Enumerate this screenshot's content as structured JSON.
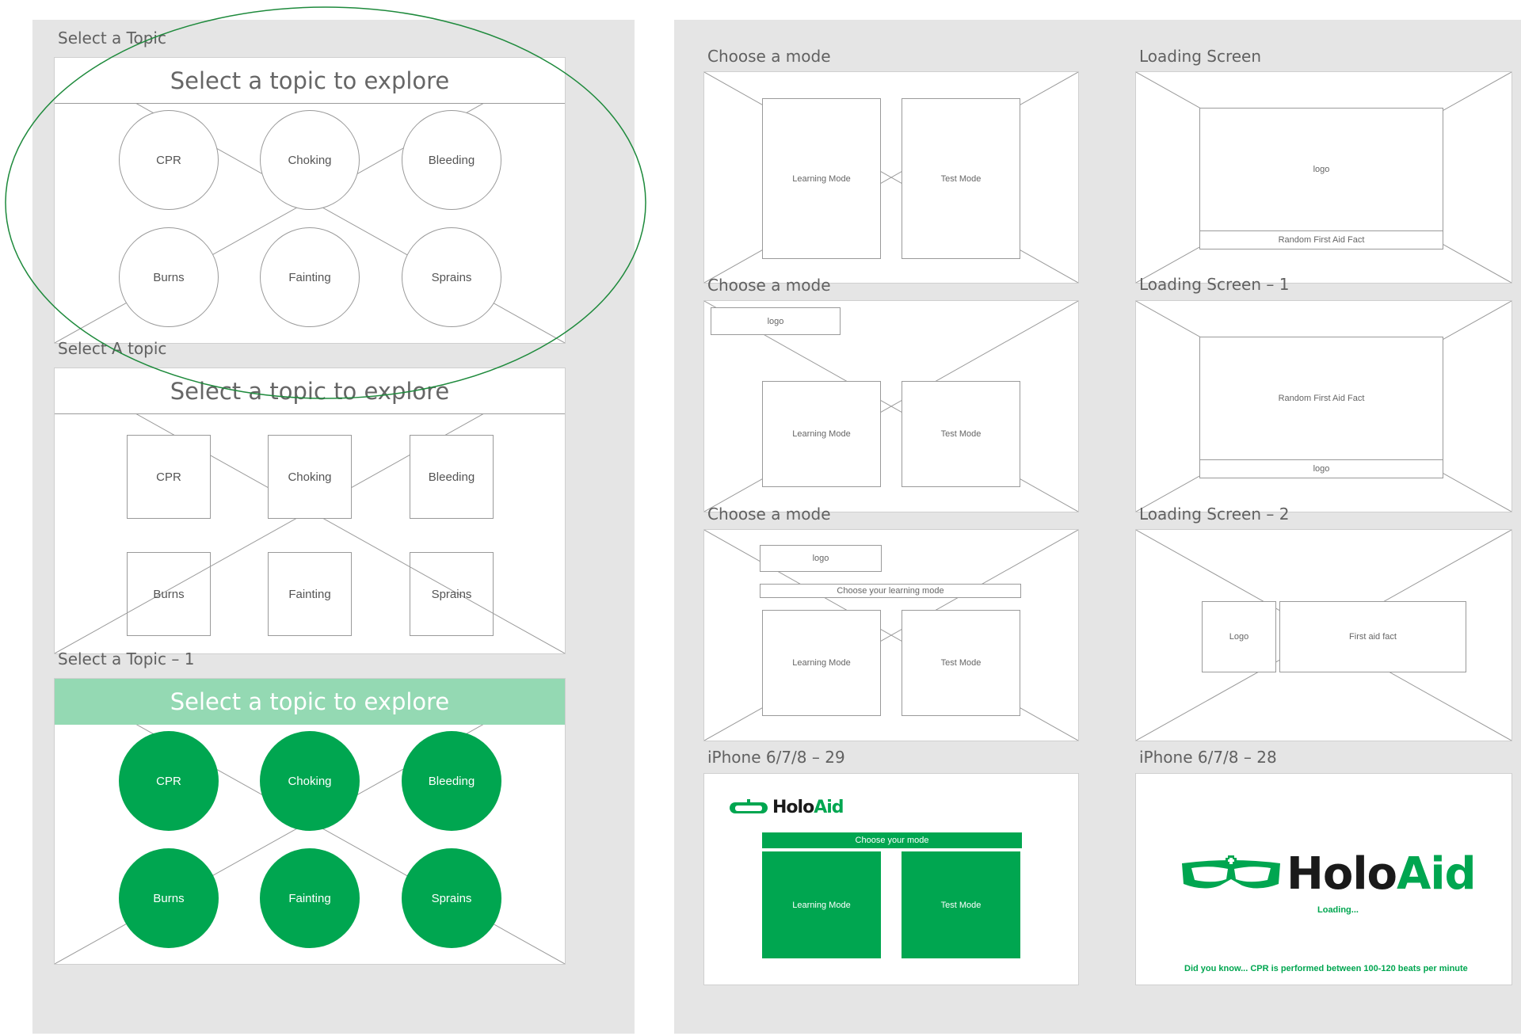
{
  "left_frames": {
    "frame1": {
      "label": "Select a Topic",
      "header": "Select a topic to explore",
      "topics": [
        "CPR",
        "Choking",
        "Bleeding",
        "Burns",
        "Fainting",
        "Sprains"
      ]
    },
    "frame2": {
      "label": "Select A topic",
      "header": "Select a topic to explore",
      "topics": [
        "CPR",
        "Choking",
        "Bleeding",
        "Burns",
        "Fainting",
        "Sprains"
      ]
    },
    "frame3": {
      "label": "Select a Topic – 1",
      "header": "Select a topic to explore",
      "topics": [
        "CPR",
        "Choking",
        "Bleeding",
        "Burns",
        "Fainting",
        "Sprains"
      ]
    }
  },
  "mode_frames": {
    "frame1": {
      "label": "Choose a mode",
      "learning": "Learning Mode",
      "test": "Test Mode"
    },
    "frame2": {
      "label": "Choose a mode",
      "logo": "logo",
      "learning": "Learning Mode",
      "test": "Test Mode"
    },
    "frame3": {
      "label": "Choose a mode",
      "logo": "logo",
      "choose": "Choose your learning mode",
      "learning": "Learning Mode",
      "test": "Test Mode"
    },
    "frame4": {
      "label": "iPhone 6/7/8 – 29",
      "logo_holo": "Holo",
      "logo_aid": "Aid",
      "choose": "Choose your mode",
      "learning": "Learning Mode",
      "test": "Test Mode"
    }
  },
  "loading_frames": {
    "frame1": {
      "label": "Loading Screen",
      "logo": "logo",
      "fact": "Random First Aid Fact"
    },
    "frame2": {
      "label": "Loading Screen – 1",
      "fact": "Random First Aid Fact",
      "logo": "logo"
    },
    "frame3": {
      "label": "Loading Screen – 2",
      "logo": "Logo",
      "fact": "First aid fact"
    },
    "frame4": {
      "label": "iPhone 6/7/8 – 28",
      "logo_holo": "Holo",
      "logo_aid": "Aid",
      "loading": "Loading...",
      "fact": "Did you know... CPR is performed between 100-120 beats per minute"
    }
  },
  "colors": {
    "brand_green": "#00a650",
    "light_green": "#94d9b3",
    "annotation_green": "#1e8a3c",
    "canvas": "#e5e5e5"
  }
}
